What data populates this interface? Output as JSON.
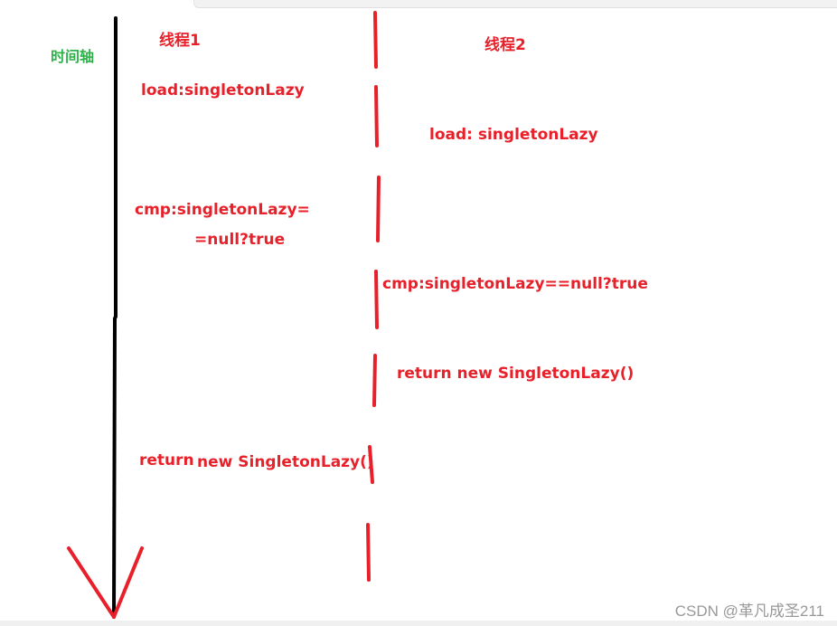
{
  "axis": {
    "label": "时间轴",
    "label_color": "#2db34a",
    "line_color": "#000000"
  },
  "threads": {
    "t1": {
      "title": "线程1",
      "steps": {
        "load": "load:singletonLazy",
        "cmp_line1": "cmp:singletonLazy=",
        "cmp_line2": "=null?true",
        "ret_kw": "return",
        "ret_expr": "new SingletonLazy()"
      }
    },
    "t2": {
      "title": "线程2",
      "steps": {
        "load": "load: singletonLazy",
        "cmp": "cmp:singletonLazy==null?true",
        "ret": "return new SingletonLazy()"
      }
    }
  },
  "colors": {
    "text": "#e8202a",
    "divider": "#e8202a"
  },
  "watermark": "CSDN @革凡成圣211"
}
